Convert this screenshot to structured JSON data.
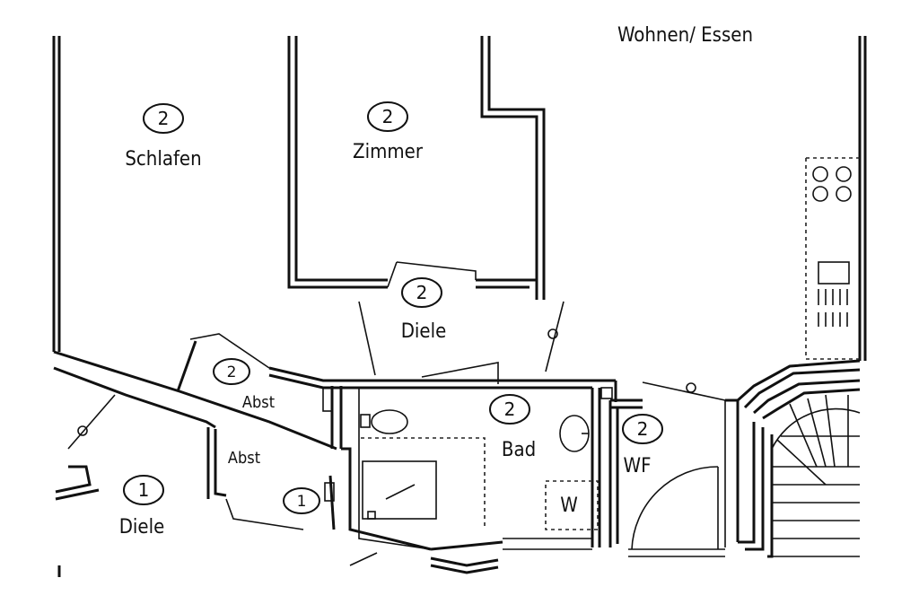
{
  "rooms": {
    "wohnen": {
      "name": "Wohnen/ Essen"
    },
    "schlafen": {
      "level": "2",
      "name": "Schlafen"
    },
    "zimmer": {
      "level": "2",
      "name": "Zimmer"
    },
    "diele_upper": {
      "level": "2",
      "name": "Diele"
    },
    "abst_upper": {
      "level": "2",
      "name": "Abst"
    },
    "abst_lower": {
      "level": "1",
      "name": "Abst"
    },
    "bad": {
      "level": "2",
      "name": "Bad"
    },
    "wf": {
      "level": "2",
      "name": "WF"
    },
    "diele_lower": {
      "level": "1",
      "name": "Diele"
    },
    "washer": {
      "label": "W"
    }
  }
}
